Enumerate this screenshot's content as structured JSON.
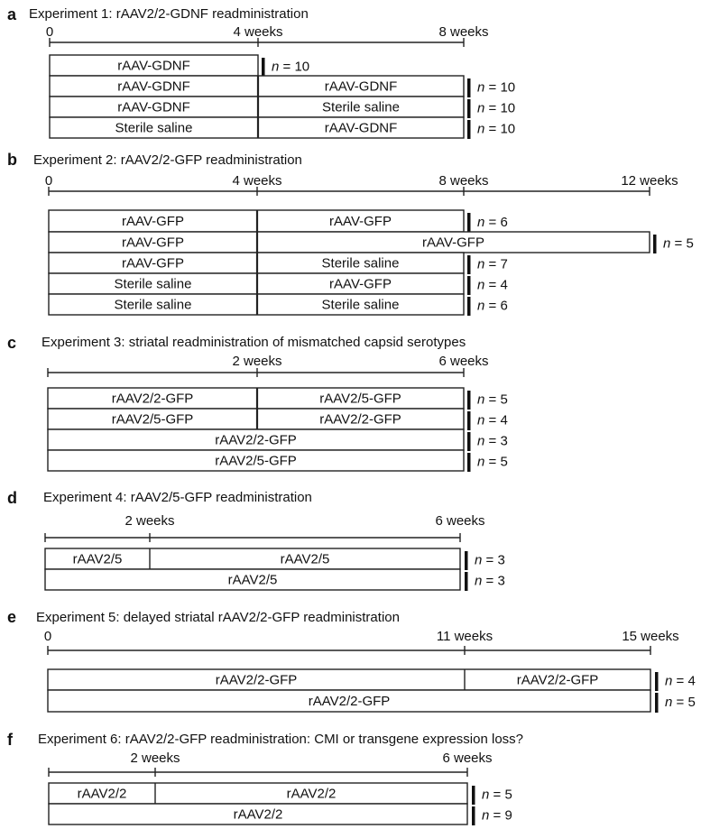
{
  "panels": [
    {
      "id": "a",
      "letter": "a",
      "title": "Experiment 1: rAAV2/2-GDNF readministration",
      "ticks": [
        {
          "label": "0",
          "tick": true
        },
        {
          "label": "4 weeks",
          "tick": true
        },
        {
          "label": "8 weeks",
          "tick": true
        }
      ],
      "rows": [
        {
          "segments": [
            {
              "label": "rAAV-GDNF"
            }
          ],
          "n_prefix": "n",
          "n_value": "= 10"
        },
        {
          "segments": [
            {
              "label": "rAAV-GDNF"
            },
            {
              "label": "rAAV-GDNF"
            }
          ],
          "n_prefix": "n",
          "n_value": "= 10"
        },
        {
          "segments": [
            {
              "label": "rAAV-GDNF"
            },
            {
              "label": "Sterile saline"
            }
          ],
          "n_prefix": "n",
          "n_value": "= 10"
        },
        {
          "segments": [
            {
              "label": "Sterile saline"
            },
            {
              "label": "rAAV-GDNF"
            }
          ],
          "n_prefix": "n",
          "n_value": "= 10"
        }
      ]
    },
    {
      "id": "b",
      "letter": "b",
      "title": "Experiment 2: rAAV2/2-GFP readministration",
      "ticks": [
        {
          "label": "0",
          "tick": true
        },
        {
          "label": "4 weeks",
          "tick": true
        },
        {
          "label": "8 weeks",
          "tick": true
        },
        {
          "label": "12 weeks",
          "tick": true
        }
      ],
      "rows": [
        {
          "segments": [
            {
              "label": "rAAV-GFP"
            },
            {
              "label": "rAAV-GFP"
            }
          ],
          "n_prefix": "n",
          "n_value": "= 6"
        },
        {
          "segments": [
            {
              "label": "rAAV-GFP"
            },
            {
              "label": "rAAV-GFP"
            }
          ],
          "n_prefix": "n",
          "n_value": "= 5"
        },
        {
          "segments": [
            {
              "label": "rAAV-GFP"
            },
            {
              "label": "Sterile saline"
            }
          ],
          "n_prefix": "n",
          "n_value": "= 7"
        },
        {
          "segments": [
            {
              "label": "Sterile saline"
            },
            {
              "label": "rAAV-GFP"
            }
          ],
          "n_prefix": "n",
          "n_value": "= 4"
        },
        {
          "segments": [
            {
              "label": "Sterile saline"
            },
            {
              "label": "Sterile saline"
            }
          ],
          "n_prefix": "n",
          "n_value": "= 6"
        }
      ]
    },
    {
      "id": "c",
      "letter": "c",
      "title": "Experiment 3: striatal readministration of mismatched capsid serotypes",
      "ticks": [
        {
          "label": "",
          "tick": true
        },
        {
          "label": "2 weeks",
          "tick": true
        },
        {
          "label": "6 weeks",
          "tick": true
        }
      ],
      "rows": [
        {
          "segments": [
            {
              "label": "rAAV2/2-GFP"
            },
            {
              "label": "rAAV2/5-GFP"
            }
          ],
          "n_prefix": "n",
          "n_value": "= 5"
        },
        {
          "segments": [
            {
              "label": "rAAV2/5-GFP"
            },
            {
              "label": "rAAV2/2-GFP"
            }
          ],
          "n_prefix": "n",
          "n_value": "= 4"
        },
        {
          "segments": [
            {
              "label": "rAAV2/2-GFP"
            }
          ],
          "n_prefix": "n",
          "n_value": "= 3"
        },
        {
          "segments": [
            {
              "label": "rAAV2/5-GFP"
            }
          ],
          "n_prefix": "n",
          "n_value": "= 5"
        }
      ]
    },
    {
      "id": "d",
      "letter": "d",
      "title": "Experiment 4: rAAV2/5-GFP readministration",
      "ticks": [
        {
          "label": "",
          "tick": true
        },
        {
          "label": "2 weeks",
          "tick": true
        },
        {
          "label": "6 weeks",
          "tick": true
        }
      ],
      "rows": [
        {
          "segments": [
            {
              "label": "rAAV2/5"
            },
            {
              "label": "rAAV2/5"
            }
          ],
          "n_prefix": "n",
          "n_value": "= 3"
        },
        {
          "segments": [
            {
              "label": "rAAV2/5"
            }
          ],
          "n_prefix": "n",
          "n_value": "= 3"
        }
      ]
    },
    {
      "id": "e",
      "letter": "e",
      "title": "Experiment 5: delayed striatal rAAV2/2-GFP readministration",
      "ticks": [
        {
          "label": "0",
          "tick": true
        },
        {
          "label": "11 weeks",
          "tick": true
        },
        {
          "label": "15 weeks",
          "tick": true
        }
      ],
      "rows": [
        {
          "segments": [
            {
              "label": "rAAV2/2-GFP"
            },
            {
              "label": "rAAV2/2-GFP"
            }
          ],
          "n_prefix": "n",
          "n_value": "= 4"
        },
        {
          "segments": [
            {
              "label": "rAAV2/2-GFP"
            }
          ],
          "n_prefix": "n",
          "n_value": "= 5"
        }
      ]
    },
    {
      "id": "f",
      "letter": "f",
      "title": "Experiment 6: rAAV2/2-GFP readministration: CMI or transgene expression loss?",
      "ticks": [
        {
          "label": "",
          "tick": true
        },
        {
          "label": "2 weeks",
          "tick": true
        },
        {
          "label": "6 weeks",
          "tick": true
        }
      ],
      "rows": [
        {
          "segments": [
            {
              "label": "rAAV2/2"
            },
            {
              "label": "rAAV2/2"
            }
          ],
          "n_prefix": "n",
          "n_value": "= 5"
        },
        {
          "segments": [
            {
              "label": "rAAV2/2"
            }
          ],
          "n_prefix": "n",
          "n_value": "= 9"
        }
      ]
    }
  ]
}
